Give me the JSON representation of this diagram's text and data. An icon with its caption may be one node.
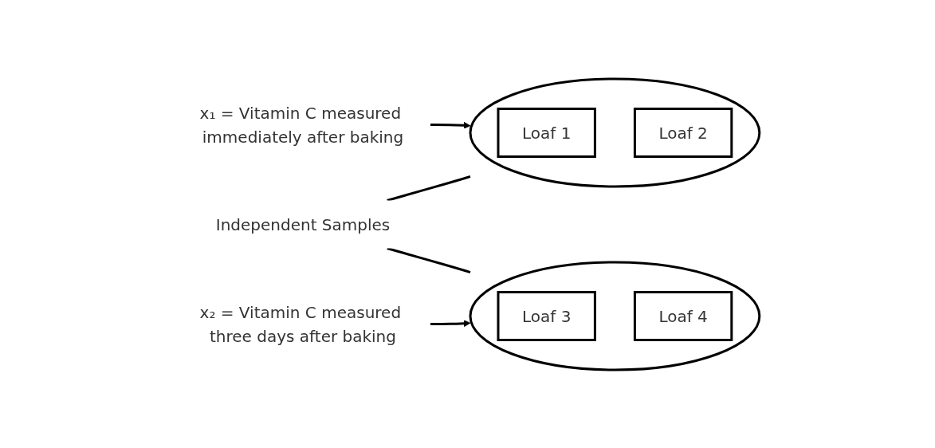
{
  "diagram": {
    "nodes": [
      {
        "text": [
          "Independent Samples"
        ]
      },
      {
        "text": [],
        "shape": "circle"
      },
      {
        "text": [
          "Loaf 1"
        ],
        "in": 1
      },
      {
        "text": [
          "Loaf 2"
        ],
        "in": 1
      },
      {
        "text": [],
        "shape": "circle"
      },
      {
        "text": [
          "Loaf 3"
        ],
        "in": 4
      },
      {
        "text": [
          "Loaf 4"
        ],
        "in": 4
      },
      {
        "text": [
          "x₁ = Vitamin C measured immediately after baking"
        ]
      },
      {
        "text": [
          "x₂ = Vitamin C measured three days after baking"
        ]
      }
    ],
    "edges": [
      {
        "from": 0,
        "to": 1,
        "arrow": "none"
      },
      {
        "from": 0,
        "to": 4,
        "arrow": "none"
      },
      {
        "from": 7,
        "to": 1,
        "arrow": "to"
      },
      {
        "from": 8,
        "to": 4,
        "arrow": "to"
      }
    ]
  }
}
